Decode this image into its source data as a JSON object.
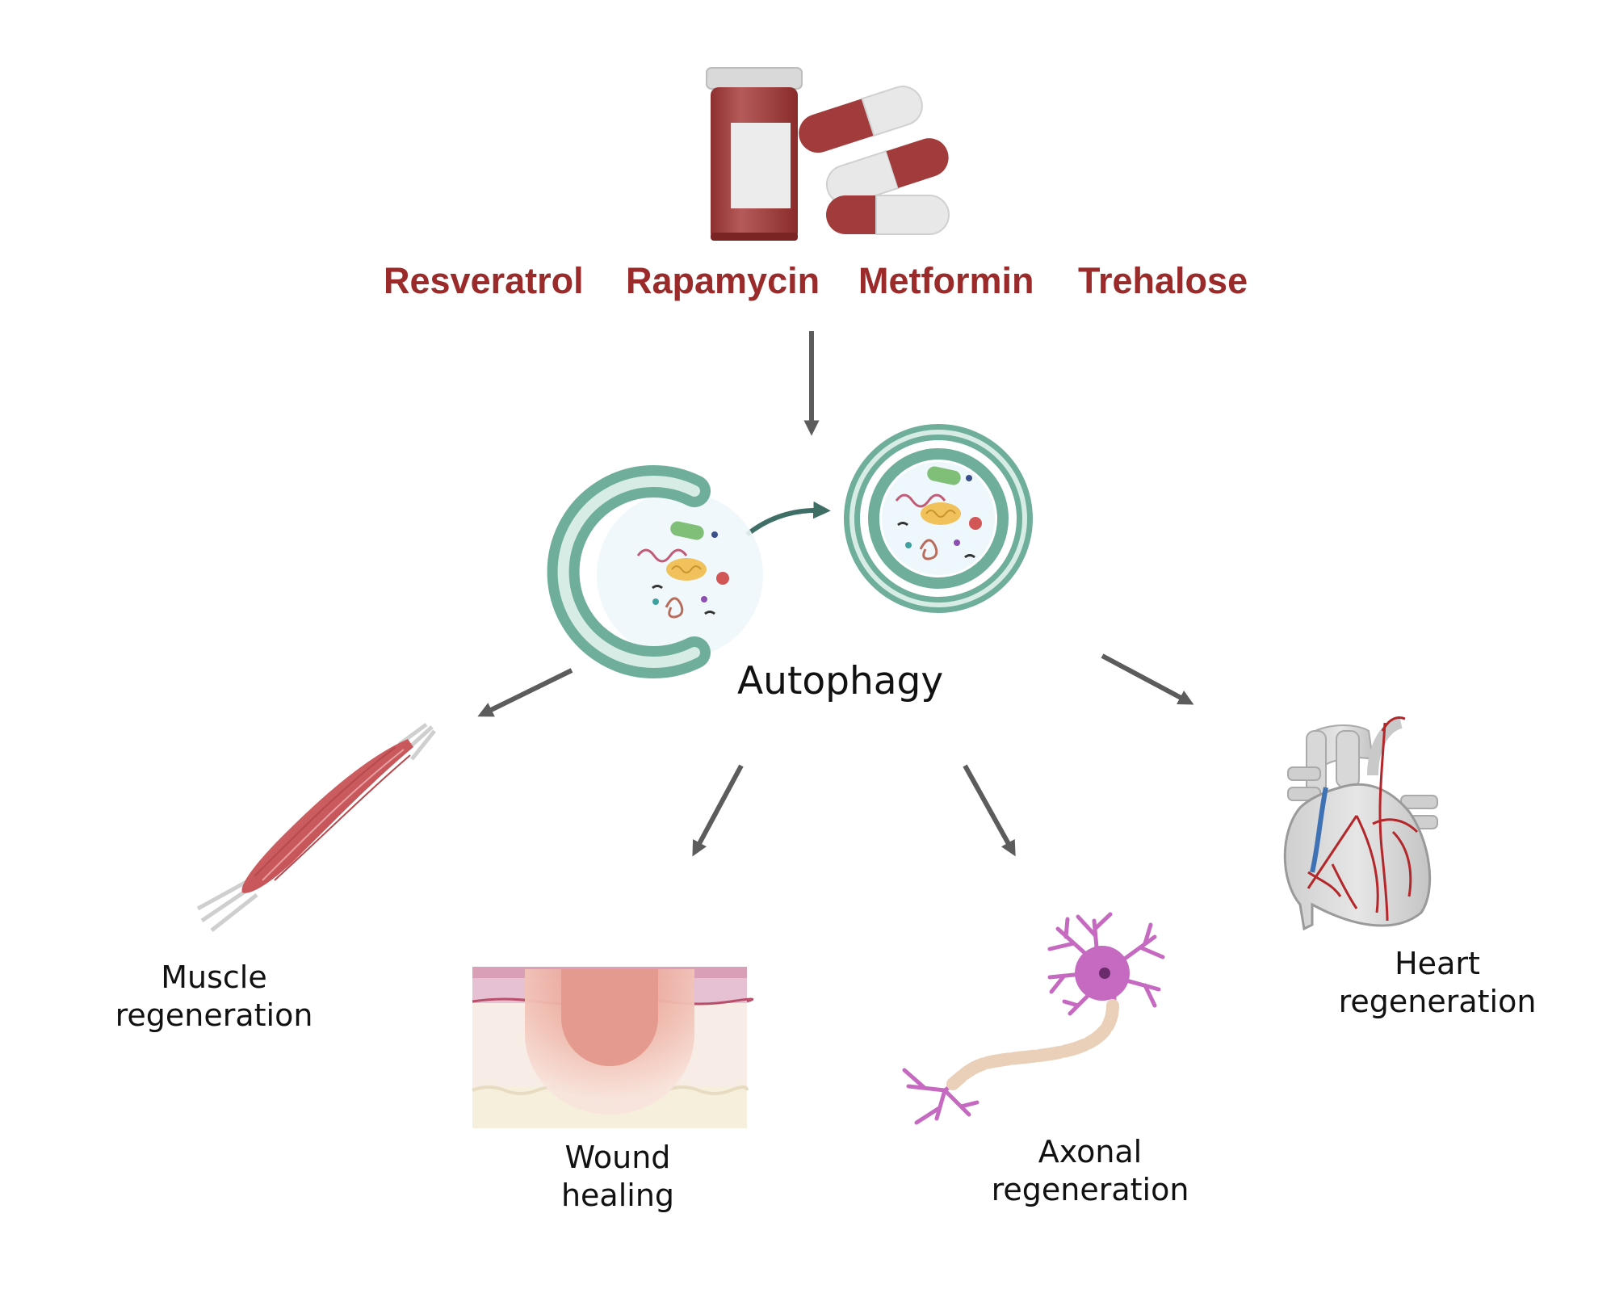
{
  "drugs": {
    "resveratrol": "Resveratrol",
    "rapamycin": "Rapamycin",
    "metformin": "Metformin",
    "trehalose": "Trehalose"
  },
  "center": "Autophagy",
  "outcomes": {
    "muscle_1": "Muscle",
    "muscle_2": "regeneration",
    "wound_1": "Wound",
    "wound_2": "healing",
    "axonal_1": "Axonal",
    "axonal_2": "regeneration",
    "heart_1": "Heart",
    "heart_2": "regeneration"
  },
  "colors": {
    "drug_text": "#9b2b2b",
    "arrow": "#5c5c5c",
    "membrane": "#6fae9b",
    "membrane_light": "#d6ece4",
    "muscle": "#c9585c",
    "neuron": "#c56ac0",
    "vessel_red": "#b3262a",
    "vessel_blue": "#3f72b5"
  }
}
